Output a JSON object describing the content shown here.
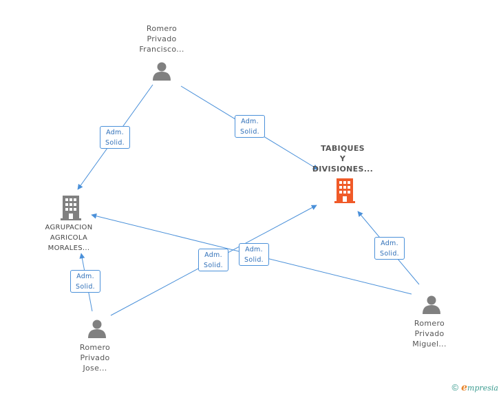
{
  "nodes": {
    "francisco": {
      "line1": "Romero",
      "line2": "Privado",
      "line3": "Francisco..."
    },
    "jose": {
      "line1": "Romero",
      "line2": "Privado",
      "line3": "Jose..."
    },
    "miguel": {
      "line1": "Romero",
      "line2": "Privado",
      "line3": "Miguel..."
    },
    "agrupacion": {
      "line1": "AGRUPACION",
      "line2": "AGRICOLA",
      "line3": "MORALES..."
    },
    "tabiques": {
      "line1": "TABIQUES",
      "line2": "Y",
      "line3": "DIVISIONES..."
    }
  },
  "edges": [
    {
      "label1": "Adm.",
      "label2": "Solid."
    },
    {
      "label1": "Adm.",
      "label2": "Solid."
    },
    {
      "label1": "Adm.",
      "label2": "Solid."
    },
    {
      "label1": "Adm.",
      "label2": "Solid."
    },
    {
      "label1": "Adm.",
      "label2": "Solid."
    },
    {
      "label1": "Adm.",
      "label2": "Solid."
    }
  ],
  "footer": {
    "copyright": "©",
    "brand_e": "e",
    "brand_rest": "mpresia"
  },
  "colors": {
    "edge": "#4a90d9",
    "person": "#808080",
    "company": "#808080",
    "target_company": "#f05a28"
  }
}
